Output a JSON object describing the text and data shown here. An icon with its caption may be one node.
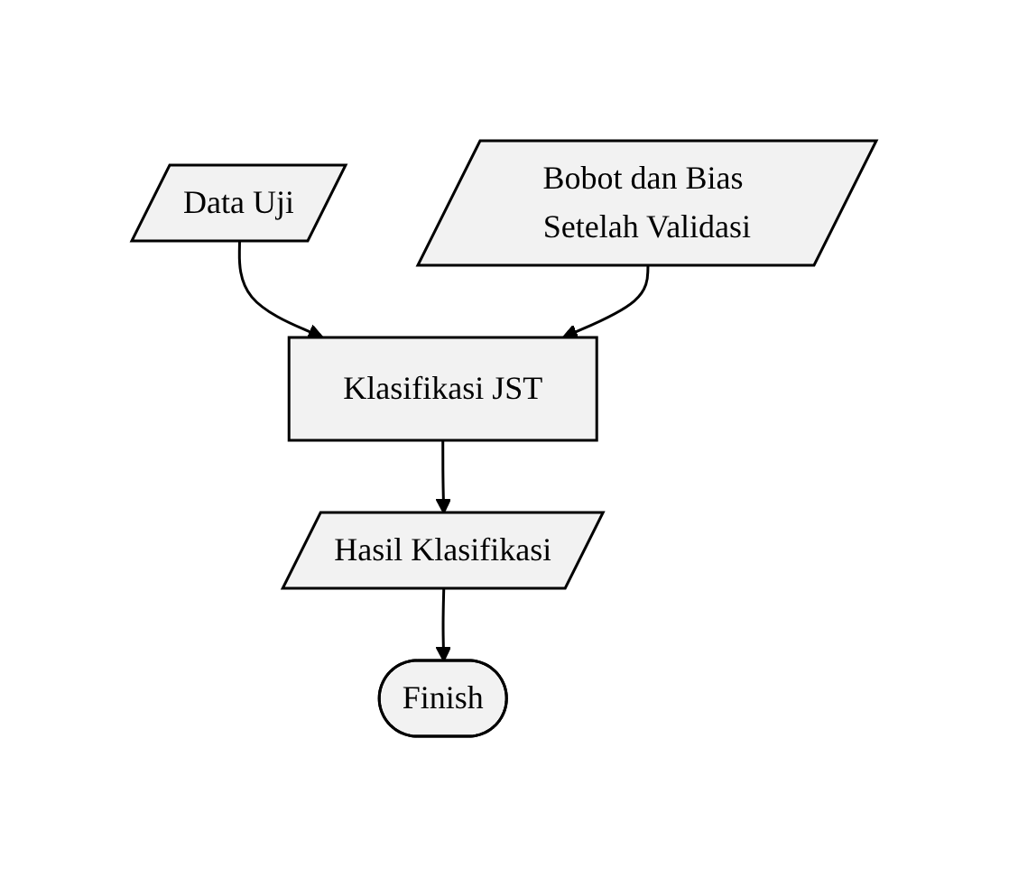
{
  "diagram": {
    "nodes": [
      {
        "text": [
          "Data Uji"
        ]
      },
      {
        "text": [
          "Bobot dan Bias Setelah Validasi"
        ]
      },
      {
        "text": [
          "Klasifikasi JST"
        ]
      },
      {
        "text": [
          "Hasil Klasifikasi"
        ]
      },
      {
        "text": [
          "Finish"
        ]
      }
    ],
    "edges": [
      {
        "from": 0,
        "to": 2,
        "arrow": "to"
      },
      {
        "from": 1,
        "to": 2,
        "arrow": "to"
      },
      {
        "from": 2,
        "to": 3,
        "arrow": "to"
      },
      {
        "from": 3,
        "to": 4,
        "arrow": "to"
      }
    ]
  }
}
